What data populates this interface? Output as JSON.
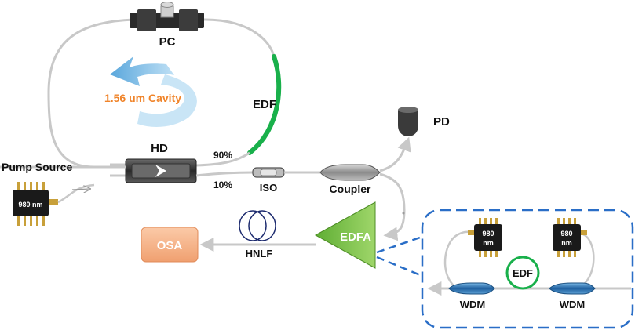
{
  "labels": {
    "pc": "PC",
    "edf": "EDF",
    "cavity": "1.56 um Cavity",
    "hd": "HD",
    "port_90": "90%",
    "port_10": "10%",
    "pump_source": "Pump Source",
    "pump_chip": "980 nm",
    "iso": "ISO",
    "coupler": "Coupler",
    "pd": "PD",
    "osa": "OSA",
    "hnlf": "HNLF",
    "edfa": "EDFA",
    "inset_edf": "EDF",
    "inset_wdm_left": "WDM",
    "inset_wdm_right": "WDM",
    "inset_chip_left_1": "980",
    "inset_chip_left_2": "nm",
    "inset_chip_right_1": "980",
    "inset_chip_right_2": "nm"
  },
  "colors": {
    "fiber": "#c8c8c8",
    "edf_fiber": "#19b04b",
    "cavity_arrow": "#6fb3e0",
    "cavity_text": "#f0842a",
    "osa_box": "#f6b48a",
    "edfa_triangle": "#7cc34a",
    "inset_border": "#2a6ec7",
    "wdm": "#3a86c8",
    "chip_body": "#1a1a1a",
    "chip_pin": "#c8a03a",
    "hnlf_coil": "#1c2a6e"
  }
}
